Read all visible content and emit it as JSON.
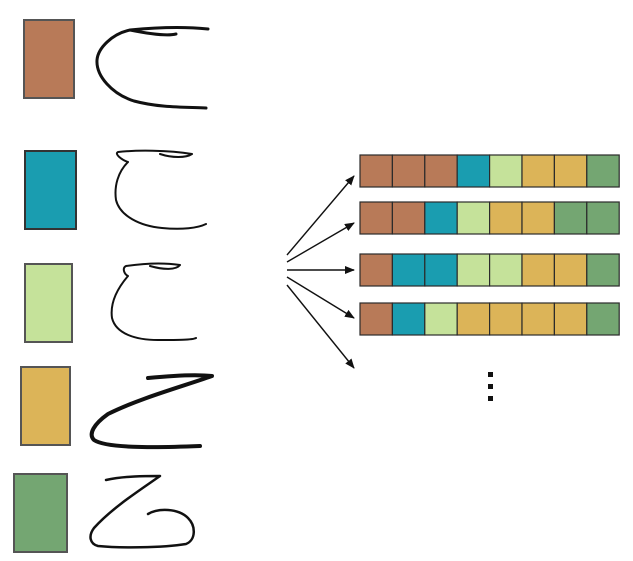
{
  "colors": {
    "brown": "#b87a58",
    "teal": "#1a9db0",
    "lightgreen": "#c5e29a",
    "gold": "#dcb458",
    "green": "#74a672",
    "cell_border": "#2b2b2b",
    "stroke": "#111111"
  },
  "palette_items": [
    {
      "id": "brown",
      "symbol": "handwritten-stroke-1"
    },
    {
      "id": "teal",
      "symbol": "handwritten-stroke-2"
    },
    {
      "id": "lightgreen",
      "symbol": "handwritten-stroke-3"
    },
    {
      "id": "gold",
      "symbol": "handwritten-stroke-4"
    },
    {
      "id": "green",
      "symbol": "handwritten-stroke-5"
    }
  ],
  "sequences": [
    [
      "brown",
      "brown",
      "brown",
      "teal",
      "lightgreen",
      "gold",
      "gold",
      "green"
    ],
    [
      "brown",
      "brown",
      "teal",
      "lightgreen",
      "gold",
      "gold",
      "green",
      "green"
    ],
    [
      "brown",
      "teal",
      "teal",
      "lightgreen",
      "lightgreen",
      "gold",
      "gold",
      "green"
    ],
    [
      "brown",
      "teal",
      "lightgreen",
      "gold",
      "gold",
      "gold",
      "gold",
      "green"
    ]
  ],
  "arrow_count": 5,
  "continuation_icon": "vertical-ellipsis-icon"
}
